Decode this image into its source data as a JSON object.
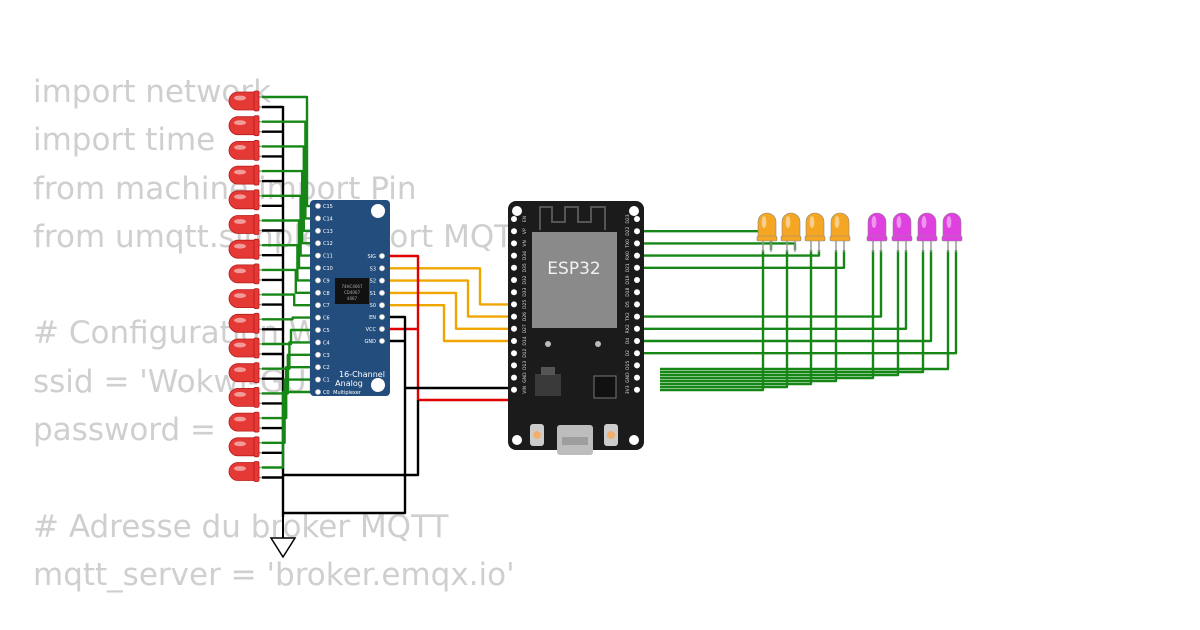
{
  "code_lines": [
    "import network",
    "import time",
    "from machine import Pin",
    "from umqtt.simple import MQTTClient",
    "",
    "# Configuration WiFi",
    "ssid = 'Wokwi-GUEST'",
    "password = ''",
    "",
    "# Adresse du broker MQTT",
    "mqtt_server = 'broker.emqx.io'"
  ],
  "esp32": {
    "label": "ESP32",
    "left_pins": [
      "EN",
      "VP",
      "VN",
      "D34",
      "D35",
      "D32",
      "D33",
      "D25",
      "D26",
      "D27",
      "D14",
      "D12",
      "D13",
      "GND",
      "VIN"
    ],
    "right_pins": [
      "D23",
      "D22",
      "TX0",
      "RX0",
      "D21",
      "D19",
      "D18",
      "D5",
      "TX2",
      "RX2",
      "D4",
      "D2",
      "D15",
      "GND",
      "3V3"
    ]
  },
  "mux": {
    "title_line1": "16-Channel",
    "title_line2": "Analog",
    "title_line3": "Multiplexer",
    "chip_text": [
      "74HC4067",
      "CD4067",
      "4067"
    ],
    "channels": [
      "C15",
      "C14",
      "C13",
      "C12",
      "C11",
      "C10",
      "C9",
      "C8",
      "C7",
      "C6",
      "C5",
      "C4",
      "C3",
      "C2",
      "C1",
      "C0"
    ],
    "control_pins": [
      "SIG",
      "S3",
      "S2",
      "S1",
      "S0",
      "EN",
      "VCC",
      "GND"
    ]
  },
  "colors": {
    "red_led": "#e53935",
    "orange_led": "#f5a623",
    "magenta_led": "#e040e0",
    "wire_green": "#168716",
    "wire_orange": "#f0a500",
    "wire_red": "#e00000",
    "wire_black": "#000000",
    "mux_board": "#234d7c",
    "esp_board": "#1b1b1b"
  },
  "leds": {
    "red_count": 16,
    "orange_count": 4,
    "magenta_count": 4
  }
}
